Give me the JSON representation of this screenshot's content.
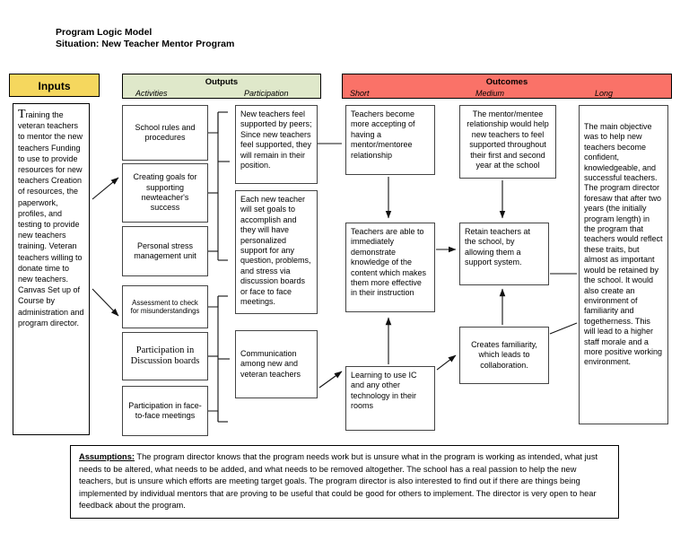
{
  "title": {
    "line1": "Program Logic Model",
    "line2": "Situation: New Teacher Mentor Program"
  },
  "colors": {
    "inputs_banner": "#f5d75e",
    "outputs_banner": "#dfe8ca",
    "outcomes_banner": "#fa7268",
    "box_border": "#000000",
    "page_background": "#ffffff"
  },
  "banners": {
    "inputs": {
      "label": "Inputs"
    },
    "outputs": {
      "label": "Outputs",
      "sub_left": "Activities",
      "sub_right": "Participation"
    },
    "outcomes": {
      "label": "Outcomes",
      "sub_short": "Short",
      "sub_medium": "Medium",
      "sub_long": "Long"
    }
  },
  "inputs": {
    "dropcap": "T",
    "text": "raining the veteran teachers to mentor the new teachers Funding to use to provide resources for new teachers Creation of resources, the paperwork, profiles, and testing to provide new teachers training. Veteran teachers willing to donate time to new teachers.  Canvas Set up of Course by administration and program director."
  },
  "activities": [
    {
      "id": "act-1",
      "text": "School rules and procedures"
    },
    {
      "id": "act-2",
      "text": "Creating goals for supporting newteacher's success"
    },
    {
      "id": "act-3",
      "text": "Personal stress management unit"
    },
    {
      "id": "act-4",
      "text": "Assessment to check for misunderstandings"
    },
    {
      "id": "act-5",
      "text": "Participation in Discussion boards"
    },
    {
      "id": "act-6",
      "text": "Participation in face-to-face meetings"
    }
  ],
  "participation": [
    {
      "id": "par-1",
      "text": "New teachers feel supported by peers; Since new teachers feel supported, they will remain in their position."
    },
    {
      "id": "par-2",
      "text": "Each new teacher will set goals to accomplish and they will have personalized support for any question, problems, and stress via discussion boards or face to face meetings."
    },
    {
      "id": "par-3",
      "text": "Communication among new and veteran teachers"
    }
  ],
  "outcomes": {
    "short": [
      {
        "id": "out-s1",
        "text": "Teachers become more accepting of having a mentor/mentoree relationship"
      },
      {
        "id": "out-s2",
        "text": "Teachers are able to immediately demonstrate knowledge of the content which makes them more effective in their instruction"
      },
      {
        "id": "out-s3",
        "text": "Learning to use IC and any other technology in their rooms"
      }
    ],
    "medium": [
      {
        "id": "out-m1",
        "text": "The mentor/mentee relationship would help new teachers to feel supported throughout their first and second year at the school"
      },
      {
        "id": "out-m2",
        "text": "Retain teachers at the school, by allowing them a support system."
      },
      {
        "id": "out-m3",
        "text": "Creates familiarity, which leads to collaboration."
      }
    ],
    "long": [
      {
        "id": "out-l1",
        "text": "The main objective was to help new teachers become confident, knowledgeable, and successful teachers. The program director foresaw that after two years (the initially program length) in the program that teachers would reflect these traits, but almost as important would be retained by the school. It would also create an environment of familiarity and togetherness. This will lead to a higher staff morale and a more positive working environment."
      }
    ]
  },
  "assumptions": {
    "label": "Assumptions:",
    "text": " The program director knows that the program needs work but is unsure what in the program is working as intended, what just needs to be altered, what needs to be added, and what needs to be removed altogether. The school has a real passion to help the new teachers, but is unsure which efforts are meeting target goals. The program director is also interested to find out if there are things being implemented by individual mentors that are proving to be useful that could be good for others to implement. The director is very open to hear feedback about the program."
  }
}
